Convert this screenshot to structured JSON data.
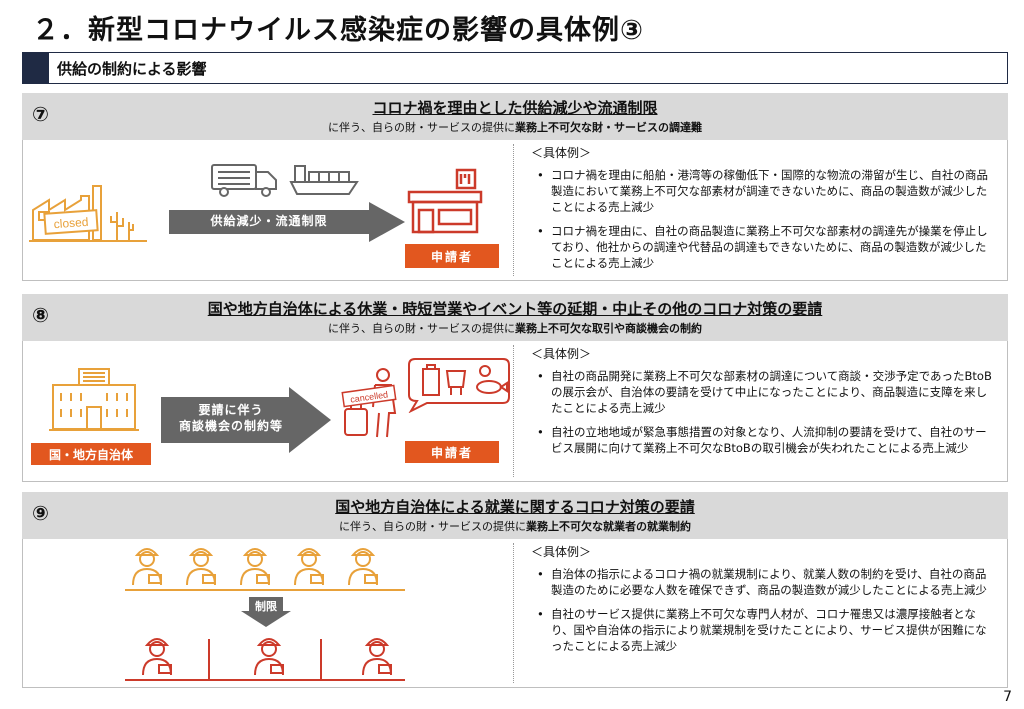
{
  "page": {
    "title": "２．新型コロナウイルス感染症の影響の具体例③",
    "subheader": "供給の制約による影響",
    "page_number": "7"
  },
  "sections": [
    {
      "num": "⑦",
      "title": "コロナ禍を理由とした供給減少や流通制限",
      "subtitle_pre": "に伴う、自らの財・サービスの提供に",
      "subtitle_bold": "業務上不可欠な財・サービスの調達難",
      "diagram": {
        "left_label": "closed",
        "arrow_label": "供給減少・流通制限",
        "right_tag": "申請者"
      },
      "examples_label": "＜具体例＞",
      "examples": [
        "コロナ禍を理由に船舶・港湾等の稼働低下・国際的な物流の滞留が生じ、自社の商品製造において業務上不可欠な部素材が調達できないために、商品の製造数が減少したことによる売上減少",
        "コロナ禍を理由に、自社の商品製造に業務上不可欠な部素材の調達先が操業を停止しており、他社からの調達や代替品の調達もできないために、商品の製造数が減少したことによる売上減少"
      ]
    },
    {
      "num": "⑧",
      "title": "国や地方自治体による休業・時短営業やイベント等の延期・中止その他のコロナ対策の要請",
      "subtitle_pre": "に伴う、自らの財・サービスの提供に",
      "subtitle_bold": "業務上不可欠な取引や商談機会の制約",
      "diagram": {
        "left_tag": "国・地方自治体",
        "arrow_line1": "要請に伴う",
        "arrow_line2": "商談機会の制約等",
        "cancelled_label": "cancelled",
        "right_tag": "申請者"
      },
      "examples_label": "＜具体例＞",
      "examples": [
        "自社の商品開発に業務上不可欠な部素材の調達について商談・交渉予定であったBtoBの展示会が、自治体の要請を受けて中止になったことにより、商品製造に支障を来したことによる売上減少",
        "自社の立地地域が緊急事態措置の対象となり、人流抑制の要請を受けて、自社のサービス展開に向けて業務上不可欠なBtoBの取引機会が失われたことによる売上減少"
      ]
    },
    {
      "num": "⑨",
      "title": "国や地方自治体による就業に関するコロナ対策の要請",
      "subtitle_pre": "に伴う、自らの財・サービスの提供に",
      "subtitle_bold": "業務上不可欠な就業者の就業制約",
      "diagram": {
        "arrow_label": "制限"
      },
      "examples_label": "＜具体例＞",
      "examples": [
        "自治体の指示によるコロナ禍の就業規制により、就業人数の制約を受け、自社の商品製造のために必要な人数を確保できず、商品の製造数が減少したことによる売上減少",
        "自社のサービス提供に業務上不可欠な専門人材が、コロナ罹患又は濃厚接触者となり、国や自治体の指示により就業規制を受けたことにより、サービス提供が困難になったことによる売上減少"
      ]
    }
  ],
  "colors": {
    "orange": "#e2571f",
    "icon_orange": "#e8a13a",
    "icon_red": "#cc3a2a",
    "arrow_gray": "#666666",
    "header_gray": "#d9d9d9",
    "navy": "#1f2a44"
  }
}
